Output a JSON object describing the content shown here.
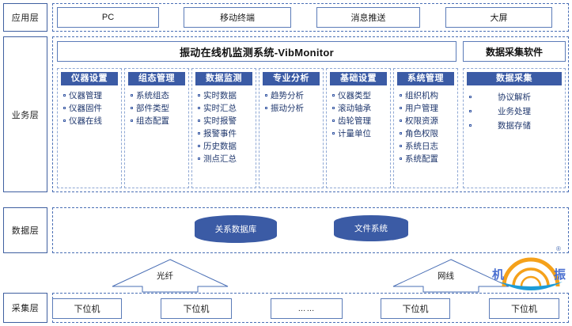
{
  "layers": [
    {
      "label": "应用层"
    },
    {
      "label": "业务层"
    },
    {
      "label": "数据层"
    },
    {
      "label": "采集层"
    }
  ],
  "application_layer": {
    "boxes": [
      {
        "label": "PC"
      },
      {
        "label": "移动终端"
      },
      {
        "label": "消息推送"
      },
      {
        "label": "大屏"
      }
    ]
  },
  "business_layer": {
    "system_title": "振动在线机监测系统-VibMonitor",
    "side_title": "数据采集软件",
    "columns": [
      {
        "header": "仪器设置",
        "items": [
          "仪器管理",
          "仪器固件",
          "仪器在线"
        ]
      },
      {
        "header": "组态管理",
        "items": [
          "系统组态",
          "部件类型",
          "组态配置"
        ]
      },
      {
        "header": "数据监测",
        "items": [
          "实时数据",
          "实时汇总",
          "实时报警",
          "报警事件",
          "历史数据",
          "测点汇总"
        ]
      },
      {
        "header": "专业分析",
        "items": [
          "趋势分析",
          "振动分析"
        ]
      },
      {
        "header": "基础设置",
        "items": [
          "仪器类型",
          "滚动轴承",
          "齿轮管理",
          "计量单位"
        ]
      },
      {
        "header": "系统管理",
        "items": [
          "组织机构",
          "用户管理",
          "权限资源",
          "角色权限",
          "系统日志",
          "系统配置"
        ]
      }
    ],
    "side_column": {
      "header": "数据采集",
      "items": [
        "协议解析",
        "业务处理",
        "数据存储"
      ]
    }
  },
  "data_layer": {
    "stores": [
      {
        "label": "关系数据库"
      },
      {
        "label": "文件系统"
      }
    ]
  },
  "connections": [
    {
      "label": "光纤"
    },
    {
      "label": "网线"
    }
  ],
  "collection_layer": {
    "boxes": [
      {
        "label": "下位机"
      },
      {
        "label": "下位机"
      },
      {
        "label": "……"
      },
      {
        "label": "下位机"
      },
      {
        "label": "下位机"
      }
    ]
  },
  "logo": {
    "left_char": "机",
    "right_char": "振",
    "registered_mark": "®"
  },
  "colors": {
    "header_blue": "#3b5ba5",
    "border_blue": "#5b7bb8",
    "dashed_blue": "#4a6fb5",
    "text_blue": "#20386e",
    "logo_orange": "#f5a11a",
    "logo_blue": "#1e9cd7"
  }
}
